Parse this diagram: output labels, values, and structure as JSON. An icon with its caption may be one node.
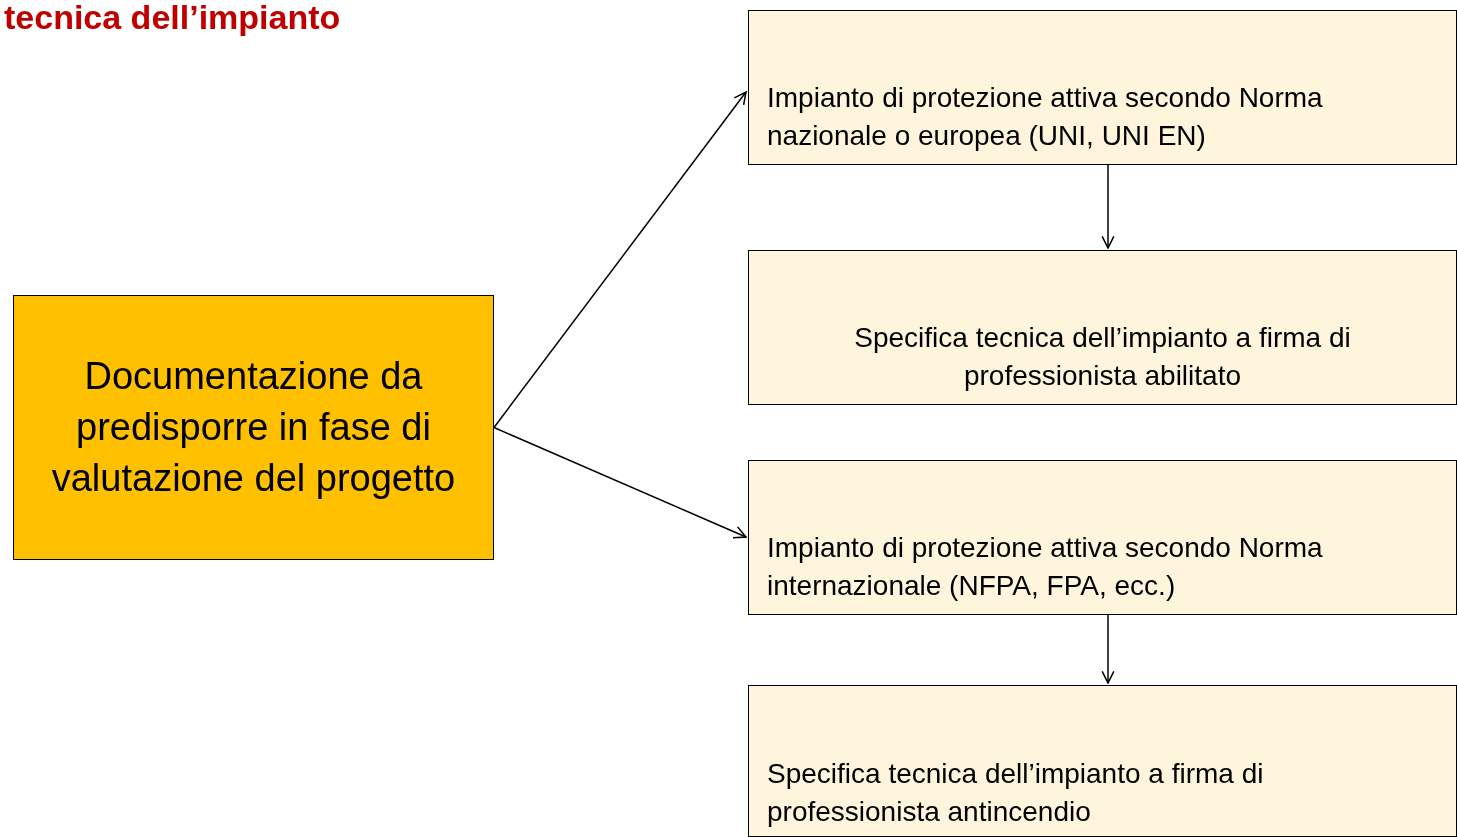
{
  "diagram": {
    "title": "tecnica dell’impianto",
    "nodes": [
      {
        "text": [
          "Documentazione da predisporre in fase di valutazione del progetto"
        ]
      },
      {
        "text": [
          "Impianto di protezione attiva secondo Norma nazionale o europea (UNI, UNI EN)"
        ]
      },
      {
        "text": [
          "Specifica tecnica dell’impianto a firma di professionista abilitato"
        ]
      },
      {
        "text": [
          "Impianto di protezione attiva secondo Norma internazionale (NFPA, FPA, ecc.)"
        ]
      },
      {
        "text": [
          "Specifica tecnica dell’impianto a firma di professionista antincendio"
        ]
      }
    ],
    "edges": [
      {
        "from": 0,
        "to": 1,
        "arrow": "to"
      },
      {
        "from": 0,
        "to": 3,
        "arrow": "to"
      },
      {
        "from": 1,
        "to": 2,
        "arrow": "to"
      },
      {
        "from": 3,
        "to": 4,
        "arrow": "to"
      }
    ]
  }
}
